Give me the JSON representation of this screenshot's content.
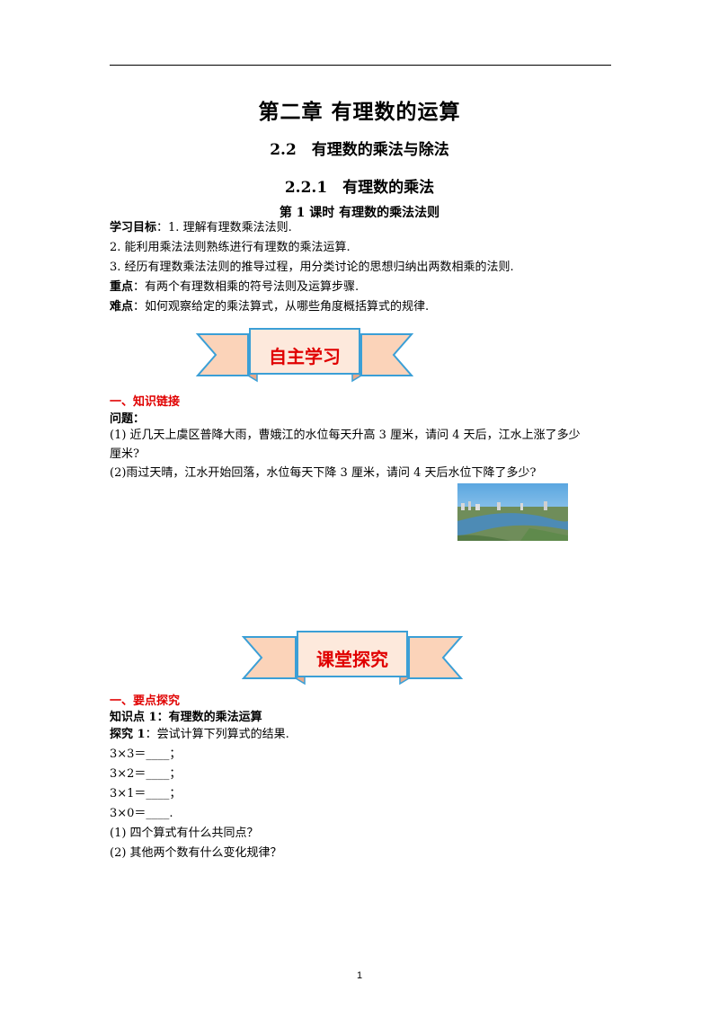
{
  "header": {
    "chapter_title": "第二章 有理数的运算",
    "section_title": "2.2　有理数的乘法与除法",
    "subsection_title": "2.2.1　有理数的乘法",
    "lesson_title": "第 1 课时 有理数的乘法法则"
  },
  "objectives": {
    "label": "学习目标",
    "sep": "：",
    "item1": "1. 理解有理数乘法法则.",
    "item2": "2. 能利用乘法法则熟练进行有理数的乘法运算.",
    "item3": "3. 经历有理数乘法法则的推导过程，用分类讨论的思想归纳出两数相乘的法则."
  },
  "key_point": {
    "label": "重点",
    "sep": "：",
    "text": "有两个有理数相乘的符号法则及运算步骤."
  },
  "difficulty": {
    "label": "难点",
    "sep": "：",
    "text": "如何观察给定的乘法算式，从哪些角度概括算式的规律."
  },
  "banner1": {
    "text": "自主学习"
  },
  "section1": {
    "heading": "一、知识链接",
    "question_label": "问题：",
    "q1_line1": "(1) 近几天上虞区普降大雨，曹娥江的水位每天升高 3 厘米，请问 4 天后，江水上涨了多少",
    "q1_line2": "厘米?",
    "q2": "(2)雨过天晴，江水开始回落，水位每天下降 3 厘米，请问 4 天后水位下降了多少?"
  },
  "banner2": {
    "text": "课堂探究"
  },
  "section2": {
    "heading": "一、要点探究",
    "knowledge_point": "知识点 1：有理数的乘法运算",
    "explore_label": "探究 1",
    "explore_sep": "：",
    "explore_text": "尝试计算下列算式的结果.",
    "expr1": "3×3＝____；",
    "expr2": "3×2＝____；",
    "expr3": "3×1＝____；",
    "expr4": "3×0＝____.",
    "ask1": "(1) 四个算式有什么共同点？",
    "ask2": "(2) 其他两个数有什么变化规律？"
  },
  "footer": {
    "page_number": "1"
  },
  "colors": {
    "heading_red": "#e00000",
    "banner_fill": "#fbd3b9",
    "banner_stroke": "#3b9fd6",
    "banner_center": "#fde9dc"
  }
}
